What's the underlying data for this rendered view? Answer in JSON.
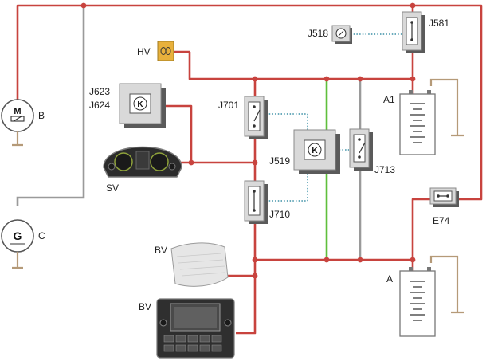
{
  "labels": {
    "motor": "B",
    "generator": "C",
    "hv": "HV",
    "j623": "J623",
    "j624": "J624",
    "sv": "SV",
    "j701": "J701",
    "j710": "J710",
    "j519": "J519",
    "j713": "J713",
    "j518": "J518",
    "j581": "J581",
    "a1": "A1",
    "e74": "E74",
    "a": "A",
    "bv_top": "BV",
    "bv_bottom": "BV"
  },
  "symbols": {
    "motor": "M",
    "generator": "G",
    "control_unit": "K"
  },
  "colors": {
    "wire_red": "#c8433e",
    "wire_gray": "#9a9a9a",
    "wire_green": "#5fbf3c",
    "wire_dotted": "#3a8fa6",
    "ground": "#b59a78",
    "hv_fill": "#e8b13c"
  }
}
